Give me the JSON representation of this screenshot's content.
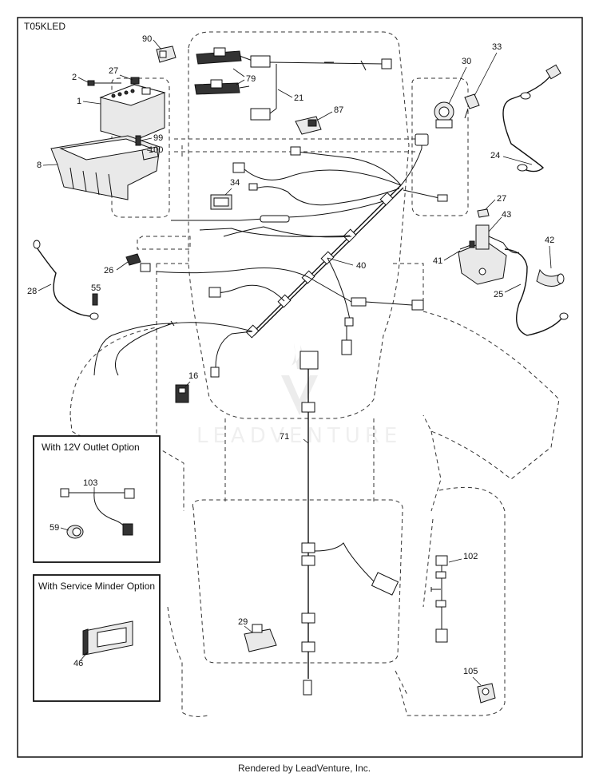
{
  "header": {
    "code": "T05KLED"
  },
  "footer": {
    "text": "Rendered by LeadVenture, Inc."
  },
  "watermark": {
    "text": "LEADVENTURE"
  },
  "callouts": {
    "c1": "1",
    "c2": "2",
    "c8": "8",
    "c16": "16",
    "c21": "21",
    "c24": "24",
    "c25": "25",
    "c26": "26",
    "c27a": "27",
    "c27b": "27",
    "c28": "28",
    "c29": "29",
    "c30": "30",
    "c33": "33",
    "c34": "34",
    "c40": "40",
    "c41": "41",
    "c42": "42",
    "c43": "43",
    "c46": "46",
    "c55": "55",
    "c59": "59",
    "c71": "71",
    "c79": "79",
    "c87": "87",
    "c90": "90",
    "c99": "99",
    "c100": "100",
    "c102": "102",
    "c103": "103",
    "c105": "105"
  },
  "option_boxes": {
    "outlet": {
      "title": "With 12V Outlet Option"
    },
    "minder": {
      "title": "With Service Minder Option"
    }
  }
}
